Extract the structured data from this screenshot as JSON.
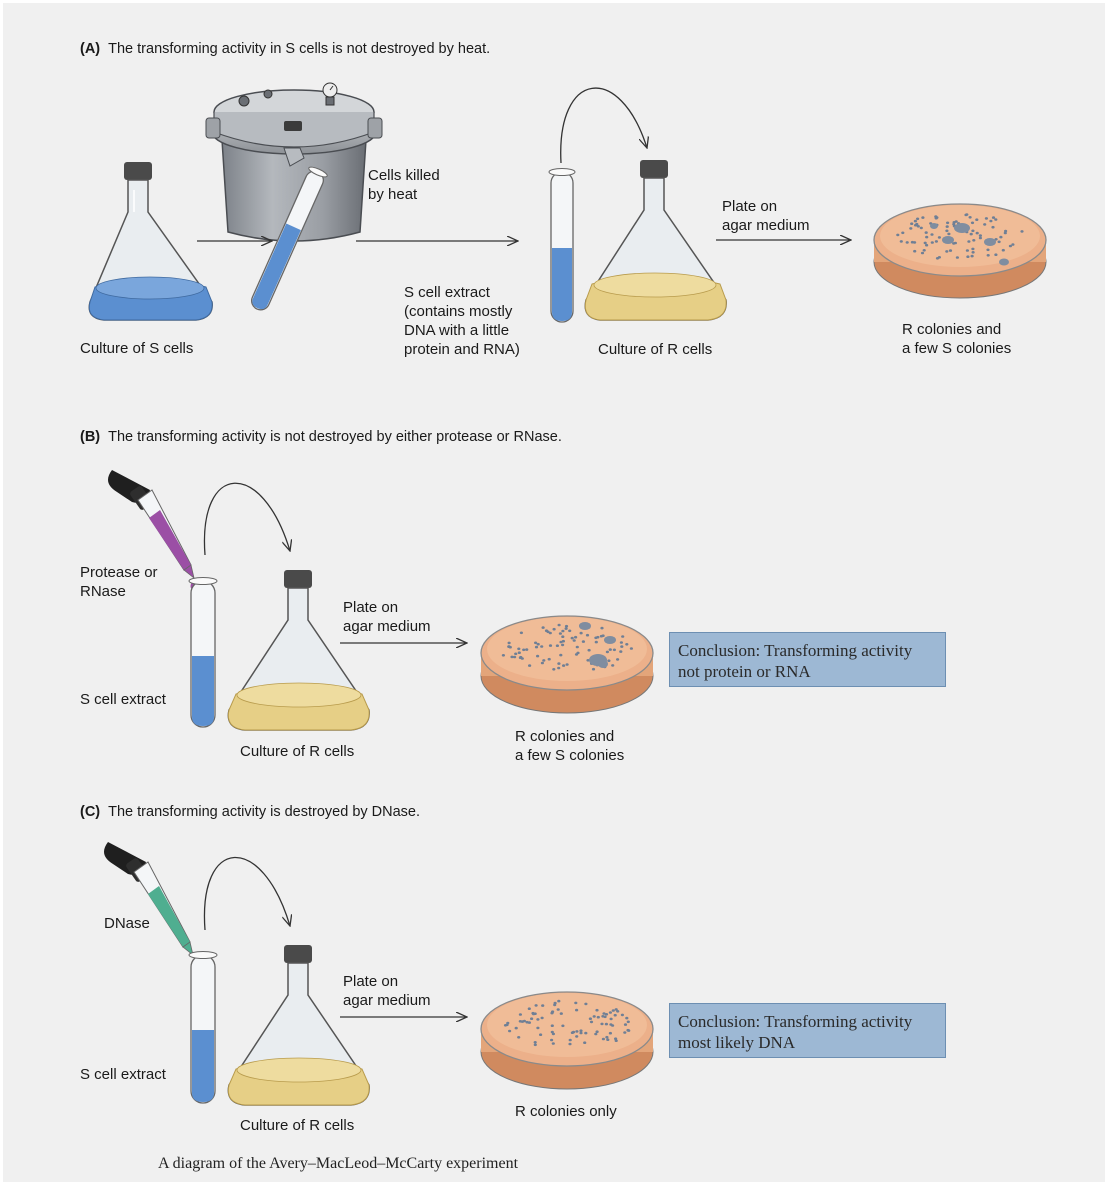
{
  "panel_a": {
    "letter": "(A)",
    "heading": "The  transforming activity in S cells is not destroyed by heat.",
    "culture_s_label": "Culture of S cells",
    "killed_label": "Cells killed\nby heat",
    "extract_label": "S cell extract\n(contains mostly\nDNA with a little\nprotein and RNA)",
    "culture_r_label": "Culture of R cells",
    "plate_label": "Plate on\nagar medium",
    "colonies_label": "R colonies and\na few S colonies"
  },
  "panel_b": {
    "letter": "(B)",
    "heading": "The transforming activity is not destroyed by either protease or RNase.",
    "enzyme_label": "Protease or\nRNase",
    "extract_label": "S cell extract",
    "culture_r_label": "Culture of R cells",
    "plate_label": "Plate on\nagar medium",
    "colonies_label": "R colonies and\na few S colonies",
    "conclusion": "Conclusion: Transforming activity\nnot protein or RNA"
  },
  "panel_c": {
    "letter": "(C)",
    "heading": "The transforming activity is destroyed by DNase.",
    "enzyme_label": "DNase",
    "extract_label": "S cell extract",
    "culture_r_label": "Culture of R cells",
    "plate_label": "Plate on\nagar medium",
    "colonies_label": "R colonies only",
    "conclusion": "Conclusion: Transforming activity\nmost likely DNA"
  },
  "caption": "A diagram of the Avery–MacLeod–McCarty experiment",
  "colors": {
    "s_culture": "#5b8fd0",
    "r_culture": "#e6cf86",
    "agar": "#e8a47a",
    "colony": "#6f7f95",
    "protease_drop": "#9b4fa5",
    "dnase_drop": "#4fae90",
    "conclusion_box": "#9db8d4"
  }
}
